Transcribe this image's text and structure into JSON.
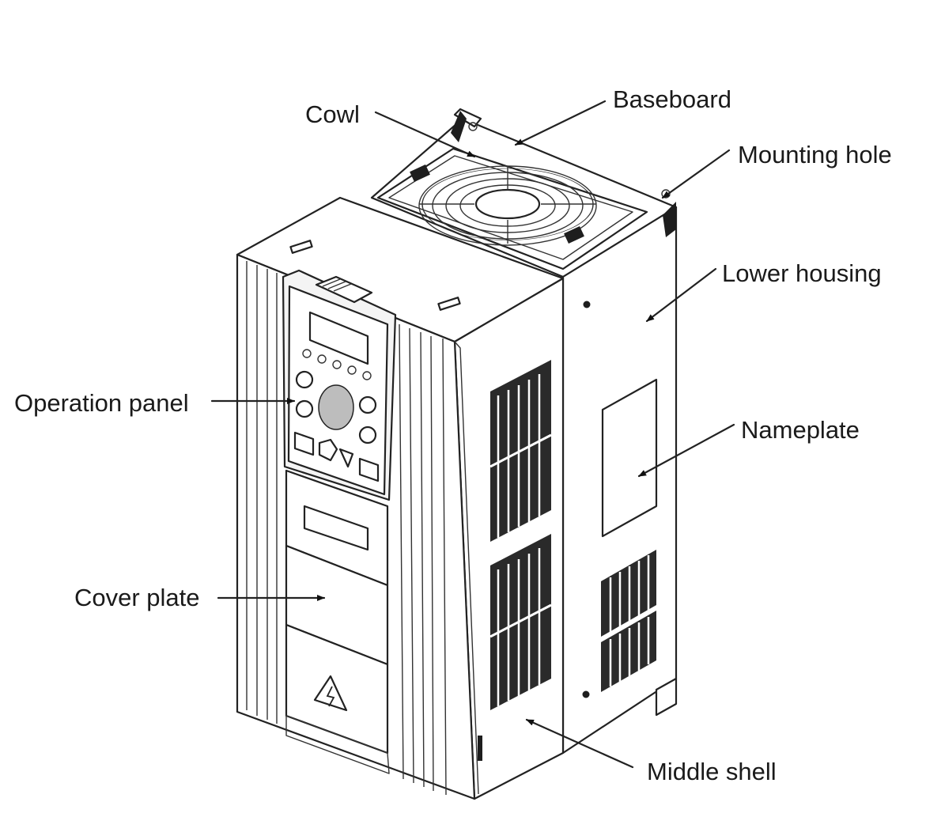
{
  "labels": {
    "cowl": "Cowl",
    "baseboard": "Baseboard",
    "mounting_hole": "Mounting hole",
    "lower_housing": "Lower housing",
    "operation_panel": "Operation panel",
    "nameplate": "Nameplate",
    "cover_plate": "Cover plate",
    "middle_shell": "Middle shell"
  }
}
